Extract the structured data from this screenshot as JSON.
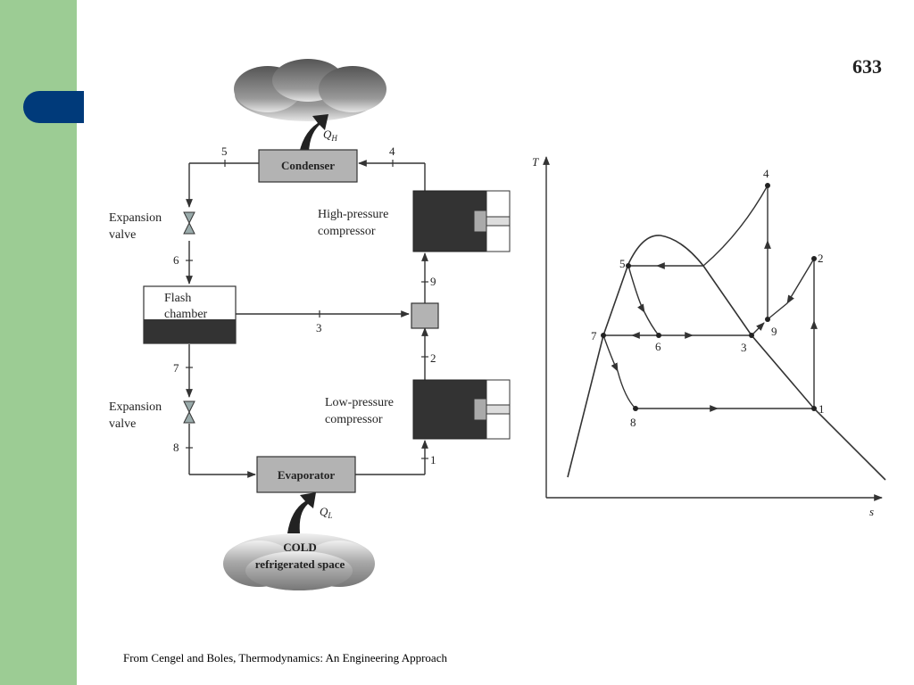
{
  "page_number": "633",
  "source": "From Cengel and Boles, Thermodynamics: An Engineering Approach",
  "cycle": {
    "hot_space": "",
    "heat_out": "QH",
    "condenser": "Condenser",
    "evaporator": "Evaporator",
    "heat_in": "QL",
    "cold_space_line1": "COLD",
    "cold_space_line2": "refrigerated space",
    "expansion_valve_upper": [
      "Expansion",
      "valve"
    ],
    "expansion_valve_lower": [
      "Expansion",
      "valve"
    ],
    "flash_chamber": [
      "Flash",
      "chamber"
    ],
    "hp_compressor": [
      "High-pressure",
      "compressor"
    ],
    "lp_compressor": [
      "Low-pressure",
      "compressor"
    ],
    "state_labels": {
      "s1": "1",
      "s2": "2",
      "s3": "3",
      "s4": "4",
      "s5": "5",
      "s6": "6",
      "s7": "7",
      "s8": "8",
      "s9": "9"
    }
  },
  "ts_diagram": {
    "y_axis": "T",
    "x_axis": "s",
    "points": {
      "p1": "1",
      "p2": "2",
      "p3": "3",
      "p4": "4",
      "p5": "5",
      "p6": "6",
      "p7": "7",
      "p8": "8",
      "p9": "9"
    }
  }
}
